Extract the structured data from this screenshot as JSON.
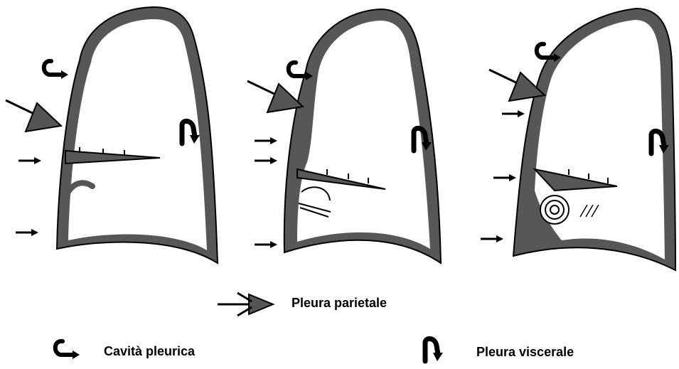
{
  "legend": {
    "pleura_parietale": "Pleura parietale",
    "cavita_pleurica": "Cavità pleurica",
    "pleura_viscerale": "Pleura viscerale"
  },
  "colors": {
    "wall": "#575757",
    "ink": "#000000",
    "lung_interior": "#ffffff",
    "background": "#ffffff"
  },
  "icons": [
    "parietal-arrow-icon",
    "hook-arrow-icon",
    "curved-arrow-icon",
    "small-arrow-icon"
  ]
}
